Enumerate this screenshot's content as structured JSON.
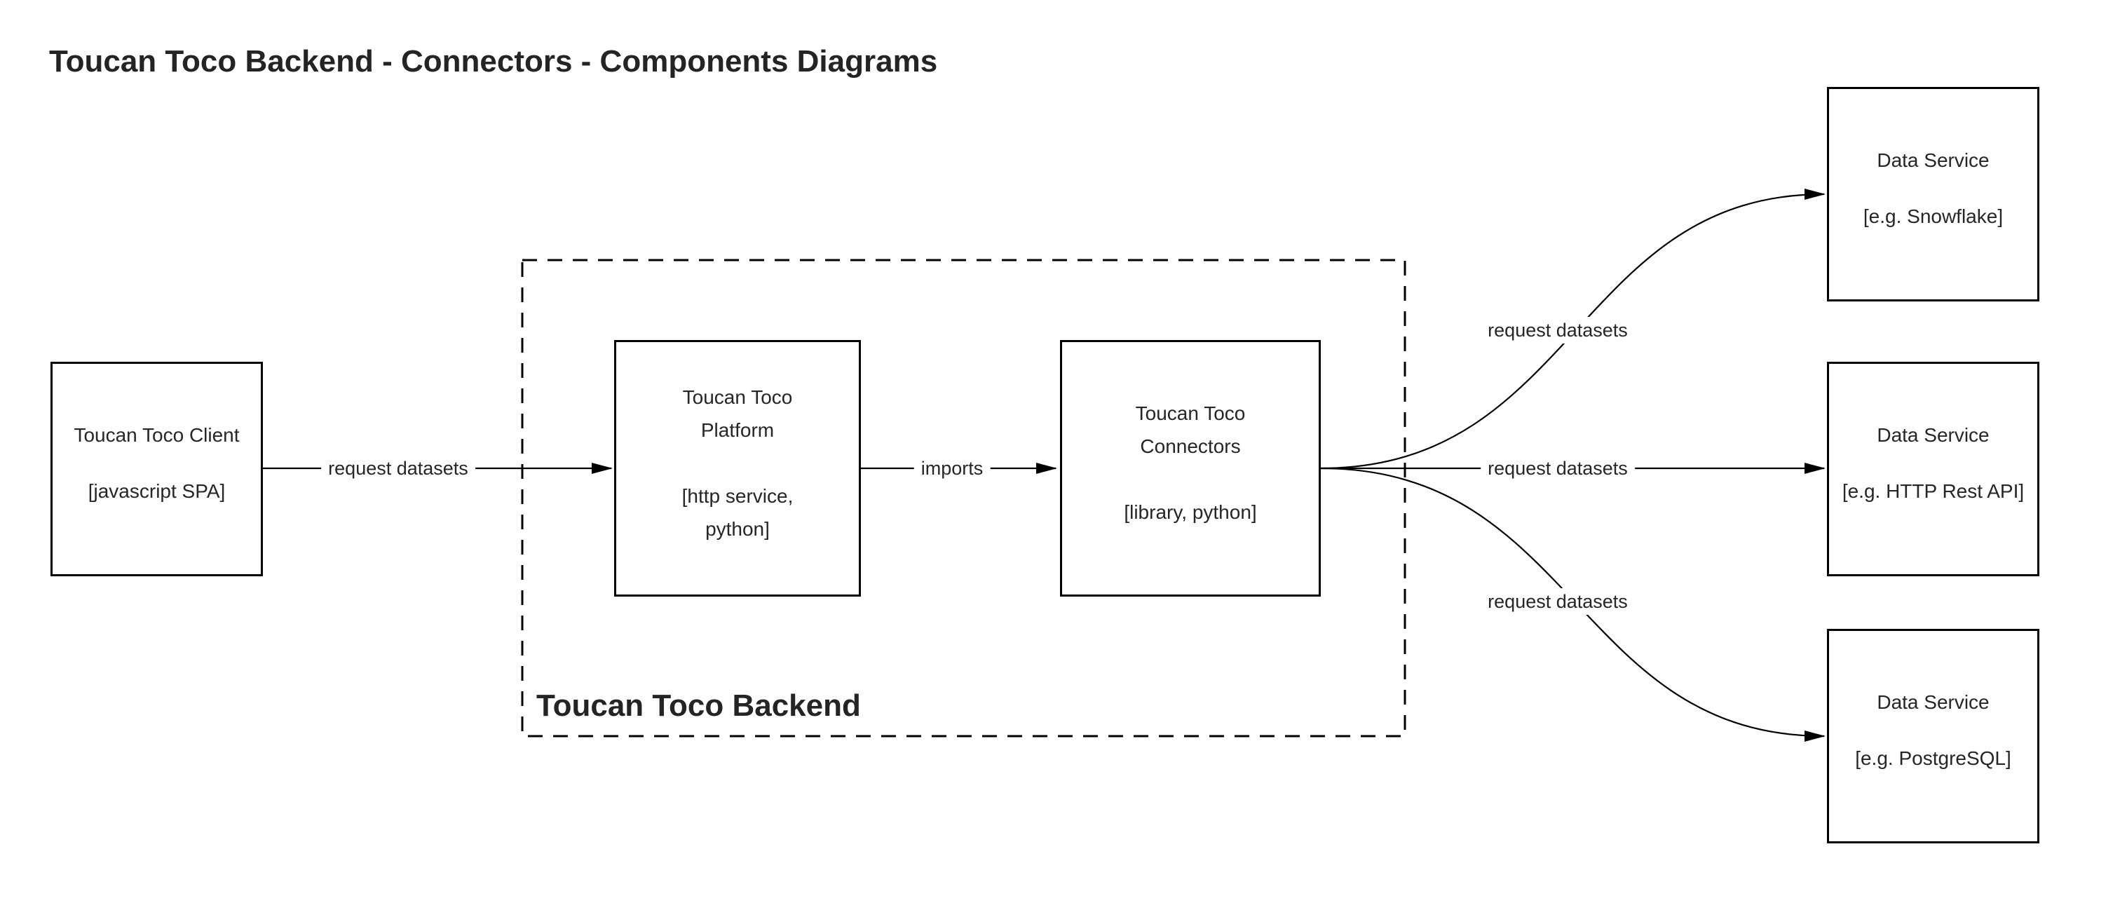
{
  "page": {
    "title": "Toucan Toco Backend - Connectors - Components Diagrams"
  },
  "container": {
    "label": "Toucan Toco Backend"
  },
  "nodes": {
    "client": {
      "title": "Toucan Toco Client",
      "subtitle": "[javascript SPA]"
    },
    "platform": {
      "title": "Toucan Toco\nPlatform",
      "subtitle": "[http service,\npython]"
    },
    "connectors": {
      "title": "Toucan Toco\nConnectors",
      "subtitle": "[library, python]"
    },
    "ds_snowflake": {
      "title": "Data Service",
      "subtitle": "[e.g. Snowflake]"
    },
    "ds_http": {
      "title": "Data Service",
      "subtitle": "[e.g. HTTP Rest API]"
    },
    "ds_postgres": {
      "title": "Data Service",
      "subtitle": "[e.g. PostgreSQL]"
    }
  },
  "edges": {
    "client_platform": "request datasets",
    "platform_connectors": "imports",
    "connectors_snowflake": "request datasets",
    "connectors_http": "request datasets",
    "connectors_postgres": "request datasets"
  },
  "colors": {
    "stroke": "#000000",
    "text": "#262626",
    "background": "#ffffff"
  }
}
